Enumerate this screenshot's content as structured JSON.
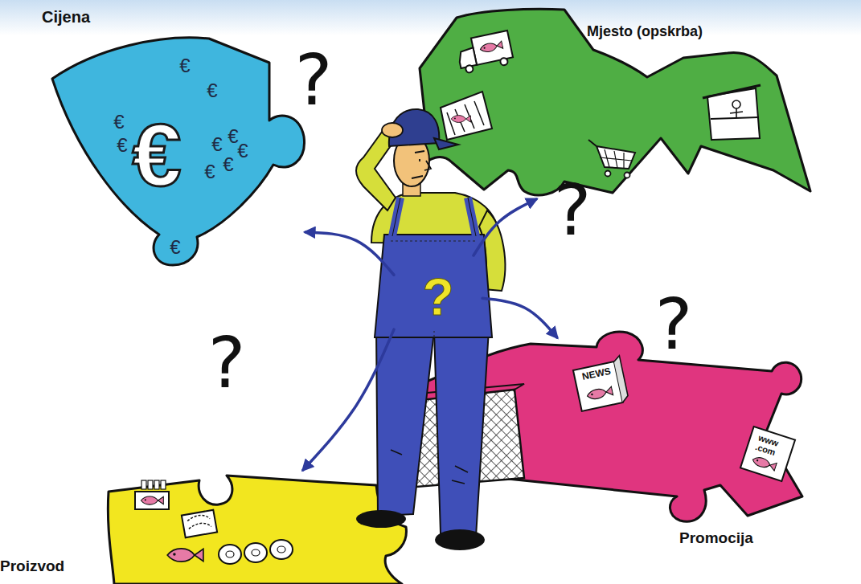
{
  "diagram": {
    "nodes": [
      {
        "text": [
          "Cijena",
          "€",
          "€",
          "€",
          "€",
          "€",
          "€",
          "€",
          "€",
          "€",
          "€",
          "€"
        ]
      },
      {
        "text": [
          "Mjesto (opskrba)"
        ]
      },
      {
        "text": [
          "?"
        ]
      },
      {
        "text": [
          "Proizvod"
        ]
      },
      {
        "text": [
          "Promocija",
          "NEWS",
          "www .com"
        ]
      }
    ],
    "edges": [
      {
        "from": 2,
        "to": 0,
        "arrow": "to"
      },
      {
        "from": 2,
        "to": 1,
        "arrow": "to"
      },
      {
        "from": 2,
        "to": 3,
        "arrow": "to"
      },
      {
        "from": 2,
        "to": 4,
        "arrow": "to"
      }
    ],
    "labels": [
      "?",
      "?",
      "?",
      "?"
    ]
  }
}
